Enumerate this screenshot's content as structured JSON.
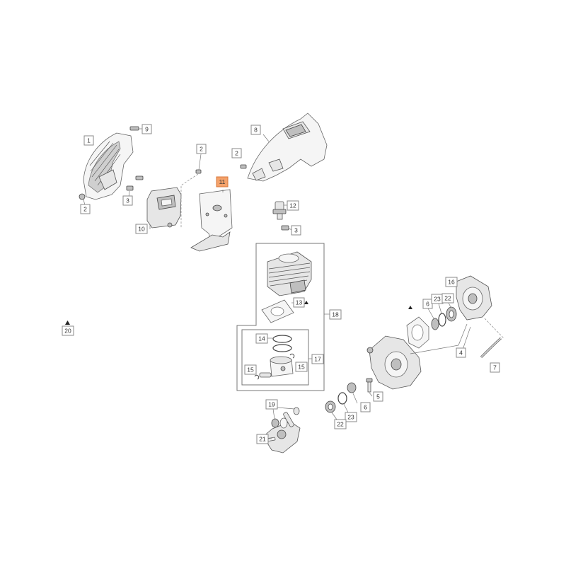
{
  "diagram": {
    "callouts": {
      "c1": "1",
      "c9": "9",
      "c2a": "2",
      "c3a": "3",
      "c10": "10",
      "c2b": "2",
      "c11": "11",
      "c8": "8",
      "c2c": "2",
      "c12": "12",
      "c3b": "3",
      "c13": "13",
      "c18": "18",
      "c14": "14",
      "c15a": "15",
      "c15b": "15",
      "c17": "17",
      "c20": "20",
      "c16": "16",
      "c6a": "6",
      "c23a": "23",
      "c22a": "22",
      "c4": "4",
      "c7": "7",
      "c5": "5",
      "c6b": "6",
      "c23b": "23",
      "c22b": "22",
      "c19": "19",
      "c21": "21"
    },
    "colors": {
      "highlight": "#f4a26b",
      "line": "#777777"
    }
  }
}
